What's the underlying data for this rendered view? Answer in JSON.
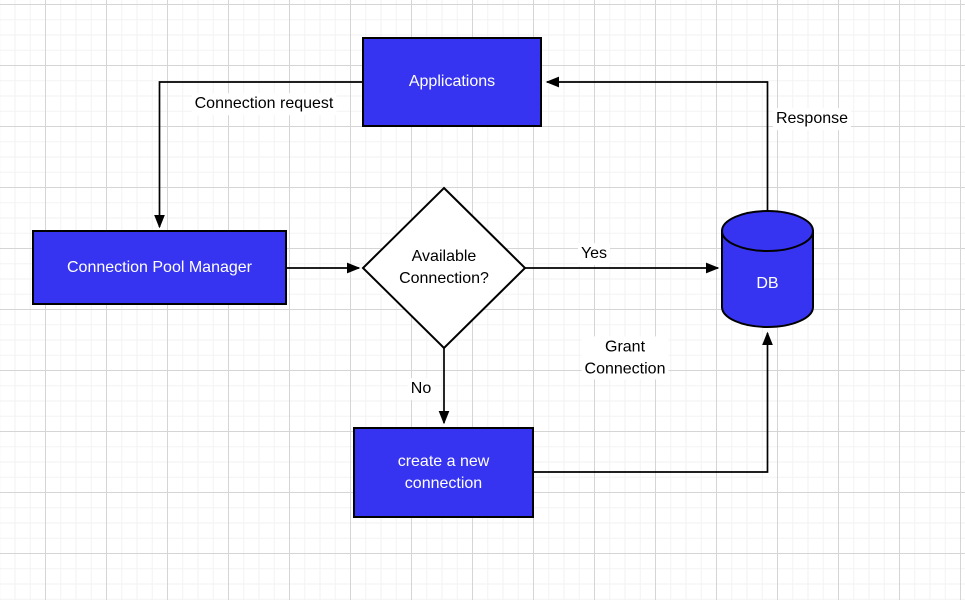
{
  "canvas": {
    "background": "#ffffff",
    "grid_minor_color": "#f2f2f2",
    "grid_major_color": "#d5d5d5"
  },
  "colors": {
    "node_fill": "#3634f1",
    "node_border": "#000000",
    "node_text": "#ffffff",
    "decision_fill": "#ffffff",
    "decision_text": "#000000",
    "connector": "#000000",
    "edge_label_text": "#000000"
  },
  "nodes": {
    "applications": {
      "label": "Applications",
      "shape": "rectangle"
    },
    "connection_pool_manager": {
      "label": "Connection Pool Manager",
      "shape": "rectangle"
    },
    "available_connection": {
      "label": "Available\nConnection?",
      "shape": "diamond"
    },
    "db": {
      "label": "DB",
      "shape": "cylinder"
    },
    "create_new_connection": {
      "label": "create a new\nconnection",
      "shape": "rectangle"
    }
  },
  "edges": {
    "connection_request": {
      "label": "Connection request",
      "from": "applications",
      "to": "connection_pool_manager"
    },
    "pool_to_decision": {
      "label": "",
      "from": "connection_pool_manager",
      "to": "available_connection"
    },
    "yes": {
      "label": "Yes",
      "from": "available_connection",
      "to": "db"
    },
    "no": {
      "label": "No",
      "from": "available_connection",
      "to": "create_new_connection"
    },
    "grant_connection": {
      "label": "Grant\nConnection",
      "from": "create_new_connection",
      "to": "db"
    },
    "response": {
      "label": "Response",
      "from": "db",
      "to": "applications"
    }
  }
}
